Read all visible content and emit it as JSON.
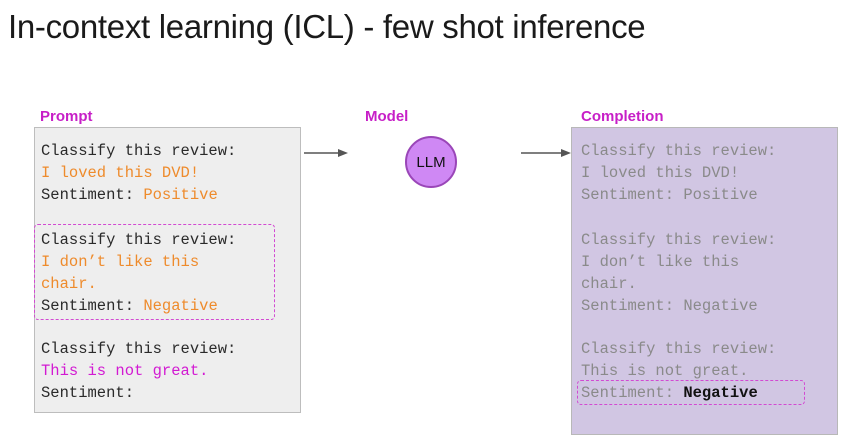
{
  "title": "In-context learning (ICL) - few shot inference",
  "labels": {
    "prompt": "Prompt",
    "model": "Model",
    "completion": "Completion"
  },
  "model_name": "LLM",
  "prompt": {
    "example1": {
      "instruction": "Classify this review:",
      "review": "I loved this DVD!",
      "sentiment_label": "Sentiment:",
      "sentiment_value": "Positive"
    },
    "example2": {
      "instruction": "Classify this review:",
      "review_line1": "I don’t like this",
      "review_line2": "chair.",
      "sentiment_label": "Sentiment:",
      "sentiment_value": "Negative"
    },
    "query": {
      "instruction": "Classify this review:",
      "review": "This is not great.",
      "sentiment_label": "Sentiment:"
    }
  },
  "completion": {
    "example1": {
      "instruction": "Classify this review:",
      "review": "I loved this DVD!",
      "sentiment": "Sentiment: Positive"
    },
    "example2": {
      "instruction": "Classify this review:",
      "review_line1": "I don’t like this",
      "review_line2": "chair.",
      "sentiment": "Sentiment: Negative"
    },
    "query": {
      "instruction": "Classify this review:",
      "review": "This is not great.",
      "sentiment_label": "Sentiment:",
      "sentiment_value": "Negative"
    }
  },
  "colors": {
    "accent_magenta": "#c71fc7",
    "orange": "#ee8b2c",
    "completion_bg": "#d1c6e3",
    "llm_fill": "#cf88f4"
  }
}
